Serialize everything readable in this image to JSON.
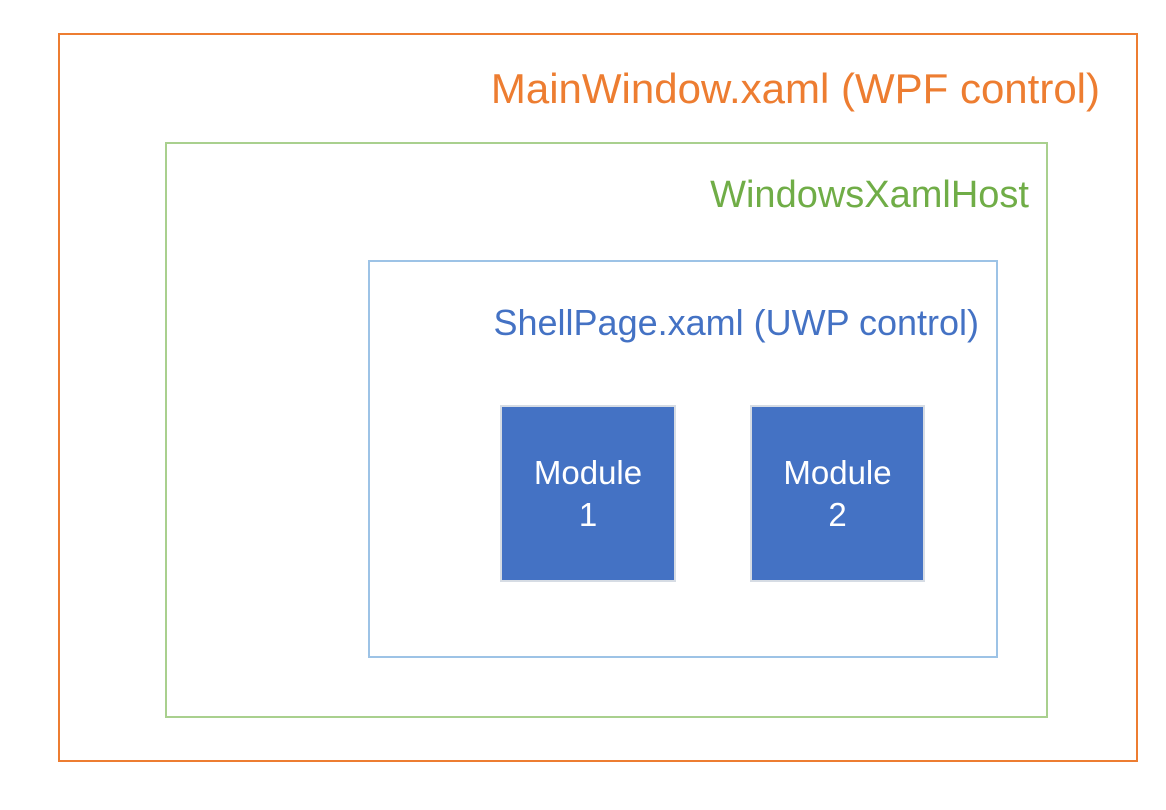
{
  "diagram": {
    "title": "MainWindow.xaml (WPF control)",
    "layers": [
      {
        "name": "MainWindow.xaml (WPF control)",
        "label": "MainWindow.xaml (WPF control)",
        "color": "#ED7D31",
        "border_color": "#ED7D31",
        "role": "outer-container"
      },
      {
        "name": "WindowsXamlHost",
        "label": "WindowsXamlHost",
        "color": "#70AD47",
        "border_color": "#A9D08E",
        "role": "middle-container"
      },
      {
        "name": "ShellPage.xaml (UWP control)",
        "label": "ShellPage.xaml (UWP control)",
        "color": "#4472C4",
        "border_color": "#9DC3E6",
        "role": "inner-container"
      }
    ],
    "modules": [
      {
        "name_line1": "Module",
        "name_line2": "1",
        "fill": "#4472C4",
        "text_color": "#FFFFFF",
        "border_color": "#D6DCE4"
      },
      {
        "name_line1": "Module",
        "name_line2": "2",
        "fill": "#4472C4",
        "text_color": "#FFFFFF",
        "border_color": "#D6DCE4"
      }
    ],
    "background": "#FFFFFF"
  }
}
